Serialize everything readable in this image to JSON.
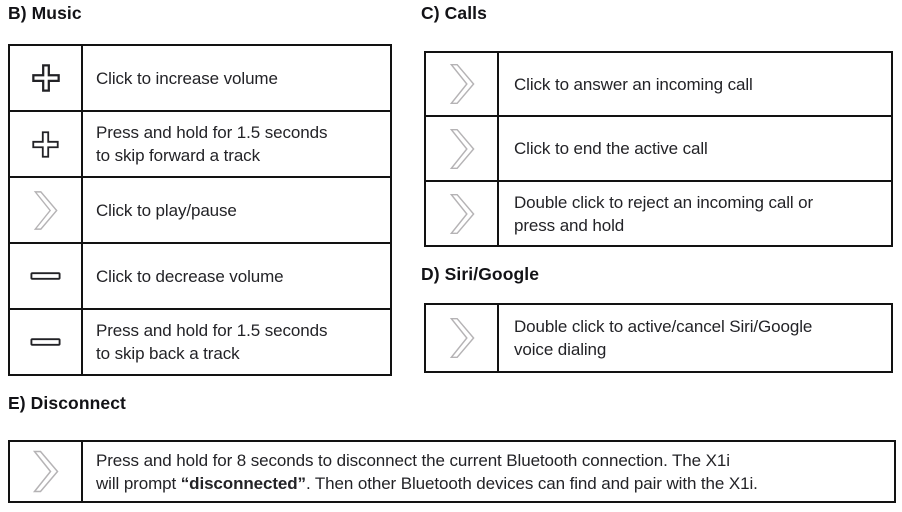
{
  "colors": {
    "background": "#ffffff",
    "border": "#121212",
    "text": "#232327",
    "heading": "#121216",
    "chevron_icon": "#b5b3b5",
    "dark_icon": "#222226"
  },
  "music": {
    "heading": "B) Music",
    "rows": [
      {
        "icon": "plus-icon",
        "lines": [
          "Click to increase volume"
        ]
      },
      {
        "icon": "plus-icon",
        "lines": [
          "Press and hold for 1.5 seconds",
          "to skip forward a track"
        ]
      },
      {
        "icon": "chevron-icon",
        "lines": [
          "Click to play/pause"
        ]
      },
      {
        "icon": "minus-icon",
        "lines": [
          "Click to decrease volume"
        ]
      },
      {
        "icon": "minus-icon",
        "lines": [
          "Press and hold for 1.5 seconds",
          "to skip back a track"
        ]
      }
    ]
  },
  "calls": {
    "heading": "C) Calls",
    "rows": [
      {
        "icon": "chevron-icon",
        "lines": [
          "Click to answer an incoming call"
        ]
      },
      {
        "icon": "chevron-icon",
        "lines": [
          "Click to end the active call"
        ]
      },
      {
        "icon": "chevron-icon",
        "lines": [
          "Double click to reject an incoming call or",
          "press and hold"
        ]
      }
    ]
  },
  "siri_google": {
    "heading": "D) Siri/Google",
    "rows": [
      {
        "icon": "chevron-icon",
        "lines": [
          "Double click to active/cancel Siri/Google",
          "voice dialing"
        ]
      }
    ]
  },
  "disconnect": {
    "heading": "E) Disconnect",
    "row": {
      "icon": "chevron-icon",
      "lines": [
        "Press and hold for 8 seconds to disconnect the current Bluetooth connection. The X1i"
      ],
      "line2": {
        "before": "will prompt ",
        "bold": "“disconnected”",
        "after": ". Then other Bluetooth devices can find and pair with the X1i."
      }
    }
  }
}
